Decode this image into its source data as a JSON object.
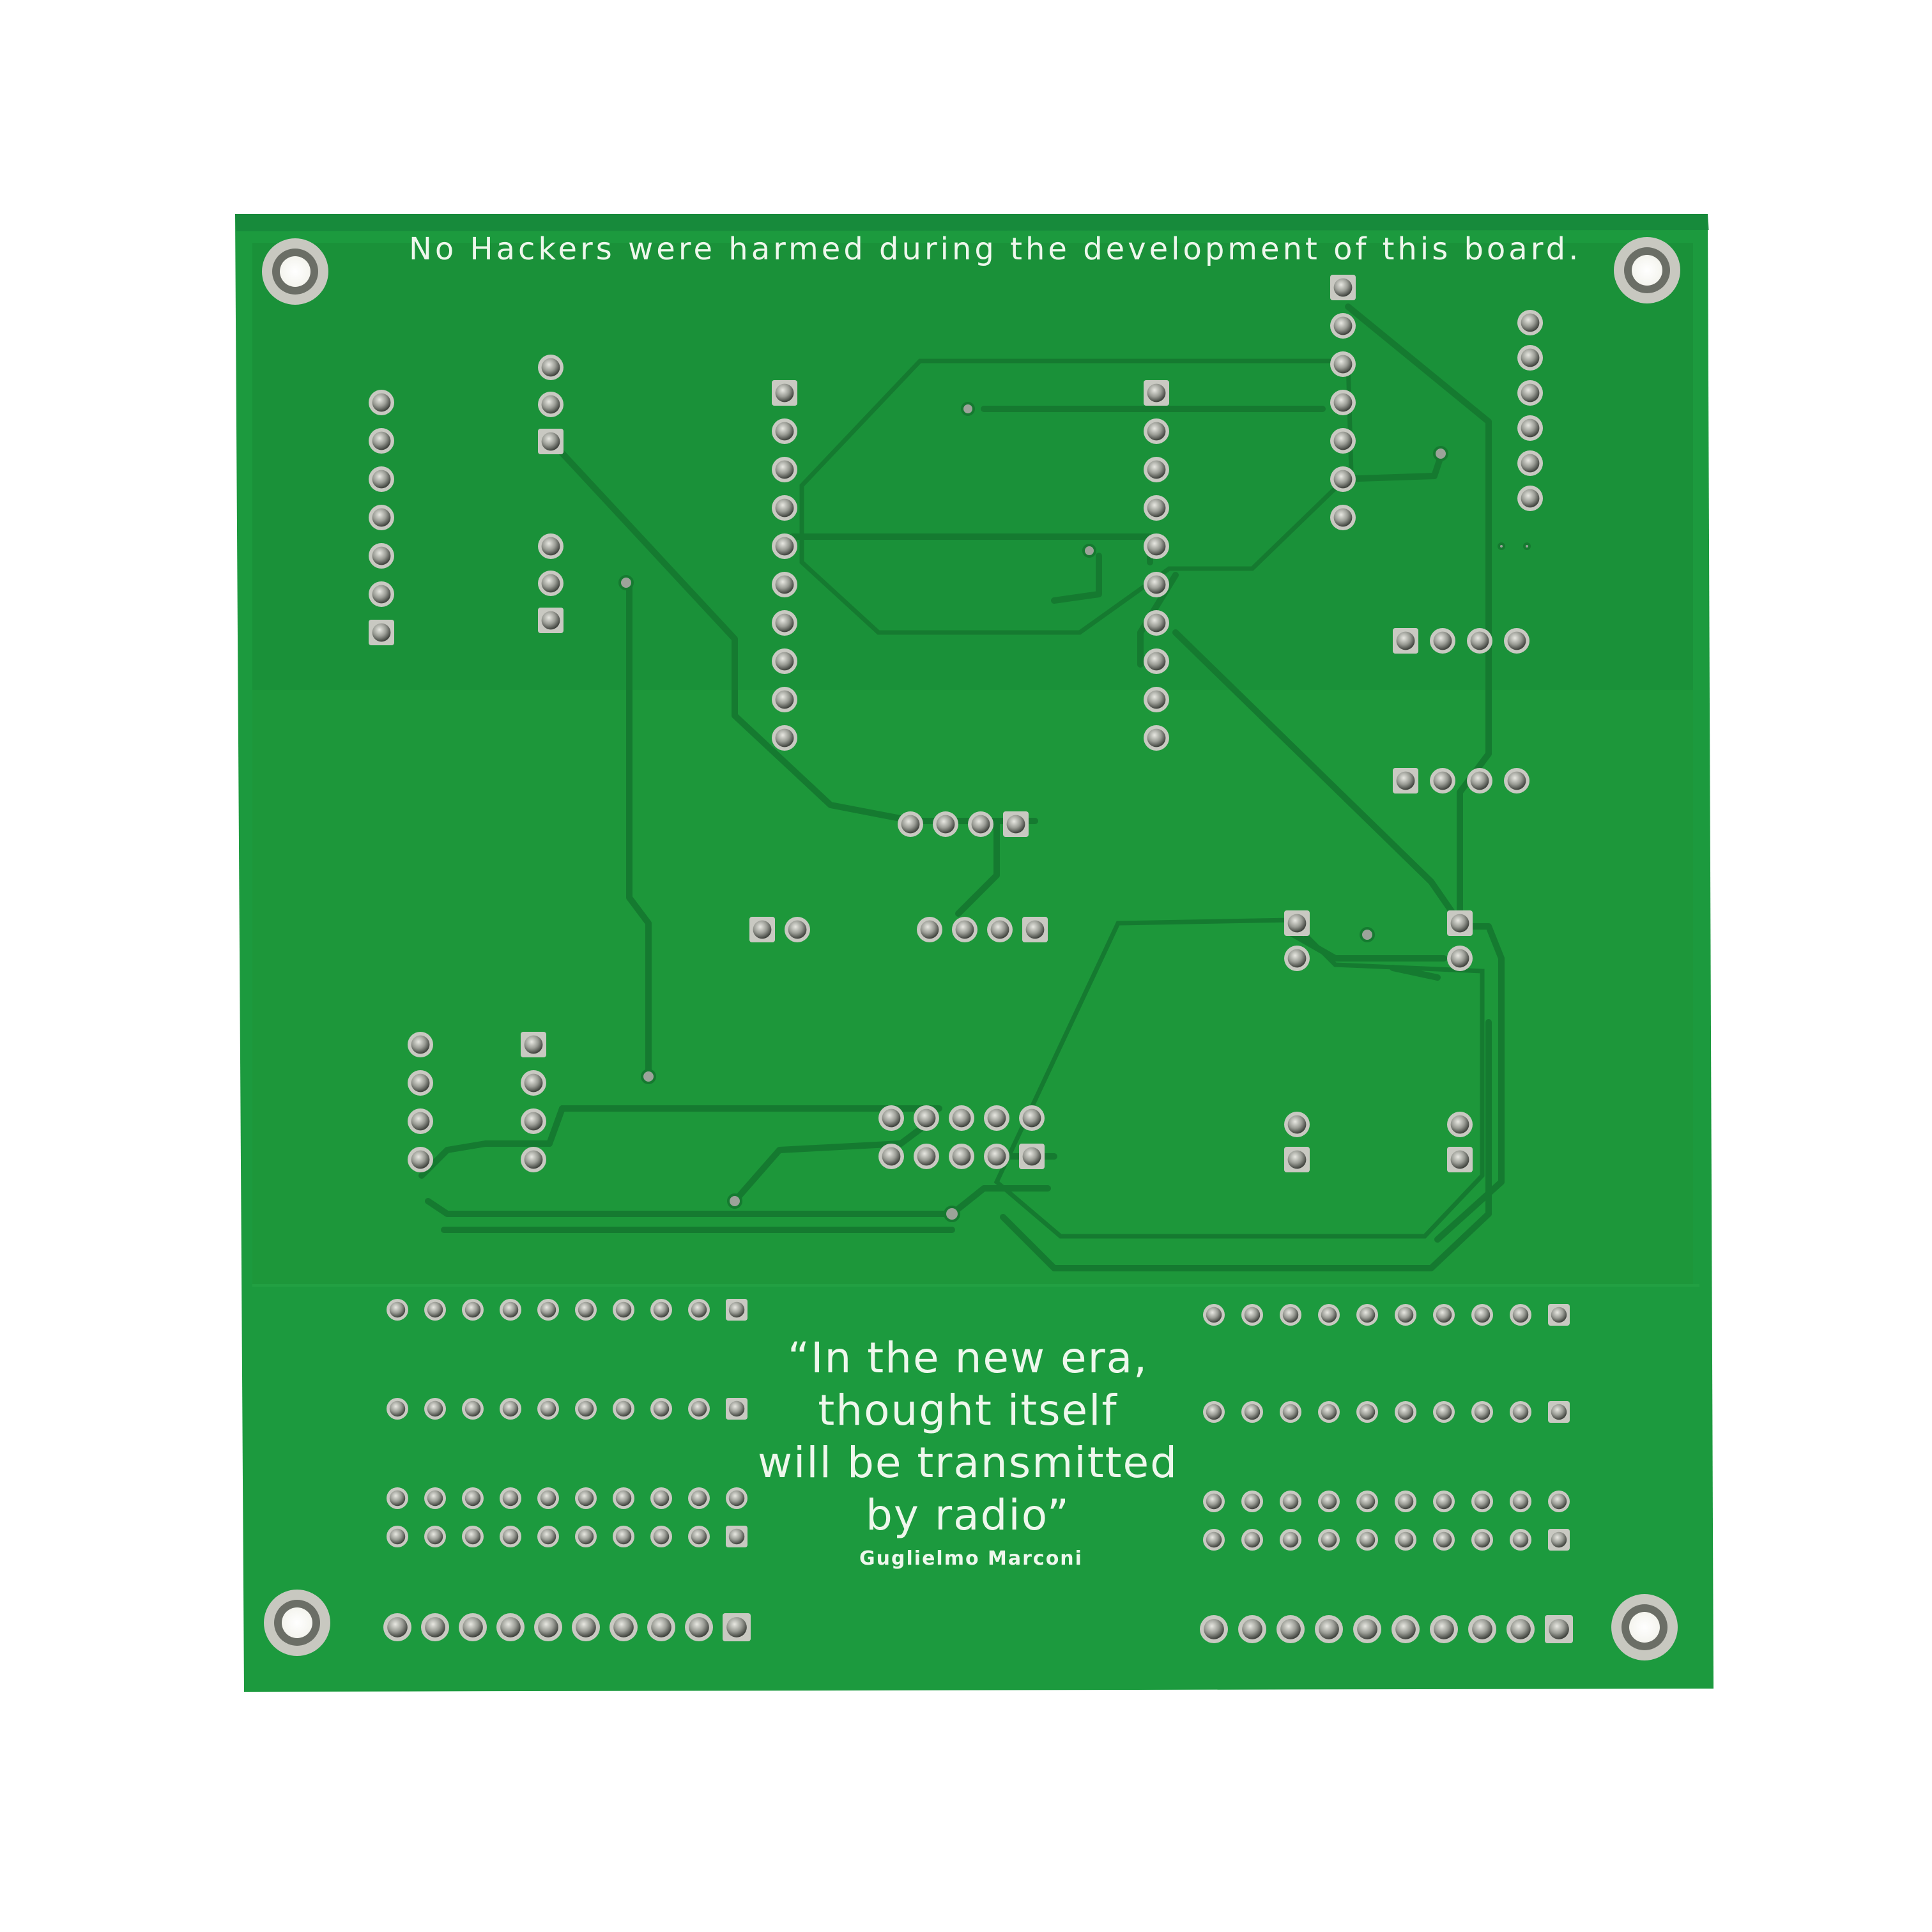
{
  "board": {
    "tagline": "No Hackers were harmed during the development of this board.",
    "quote_lines": [
      "“In the new era,",
      "thought itself",
      "will be transmitted",
      "by radio”"
    ],
    "author": "Guglielmo Marconi"
  },
  "colors": {
    "background": "#ffffff",
    "board": "#1c9a3e",
    "board_dark": "#188a37",
    "trace": "#157a30",
    "pad": "#b9b9b3",
    "solder": "#7d7f78",
    "silkscreen": "#eef7ec"
  }
}
